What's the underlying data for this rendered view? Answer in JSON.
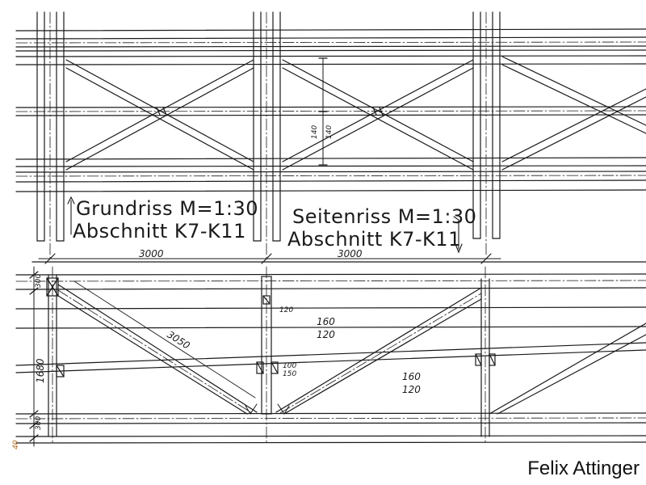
{
  "plan_view": {
    "title_line1": "Grundriss M=1:30",
    "title_line2": "Abschnitt K7-K11",
    "dim_vertical_a": "140",
    "dim_vertical_b": "140"
  },
  "side_view": {
    "title_line1": "Seitenriss M=1:30",
    "title_line2": "Abschnitt K7-K11",
    "dim_span_left": "3000",
    "dim_span_right": "3000",
    "dim_top_height": "300",
    "dim_mid_height": "1680",
    "dim_bottom_height": "300",
    "dim_diagonal": "3050",
    "post_size": "120",
    "beam_upper_a": "160",
    "beam_upper_b": "120",
    "beam_lower_a": "160",
    "beam_lower_b": "120",
    "block_a": "100",
    "block_b": "150",
    "corner_mark": "40"
  },
  "credit": "Felix Attinger",
  "colors": {
    "ink": "#1a1a1a",
    "paper": "#ffffff"
  }
}
